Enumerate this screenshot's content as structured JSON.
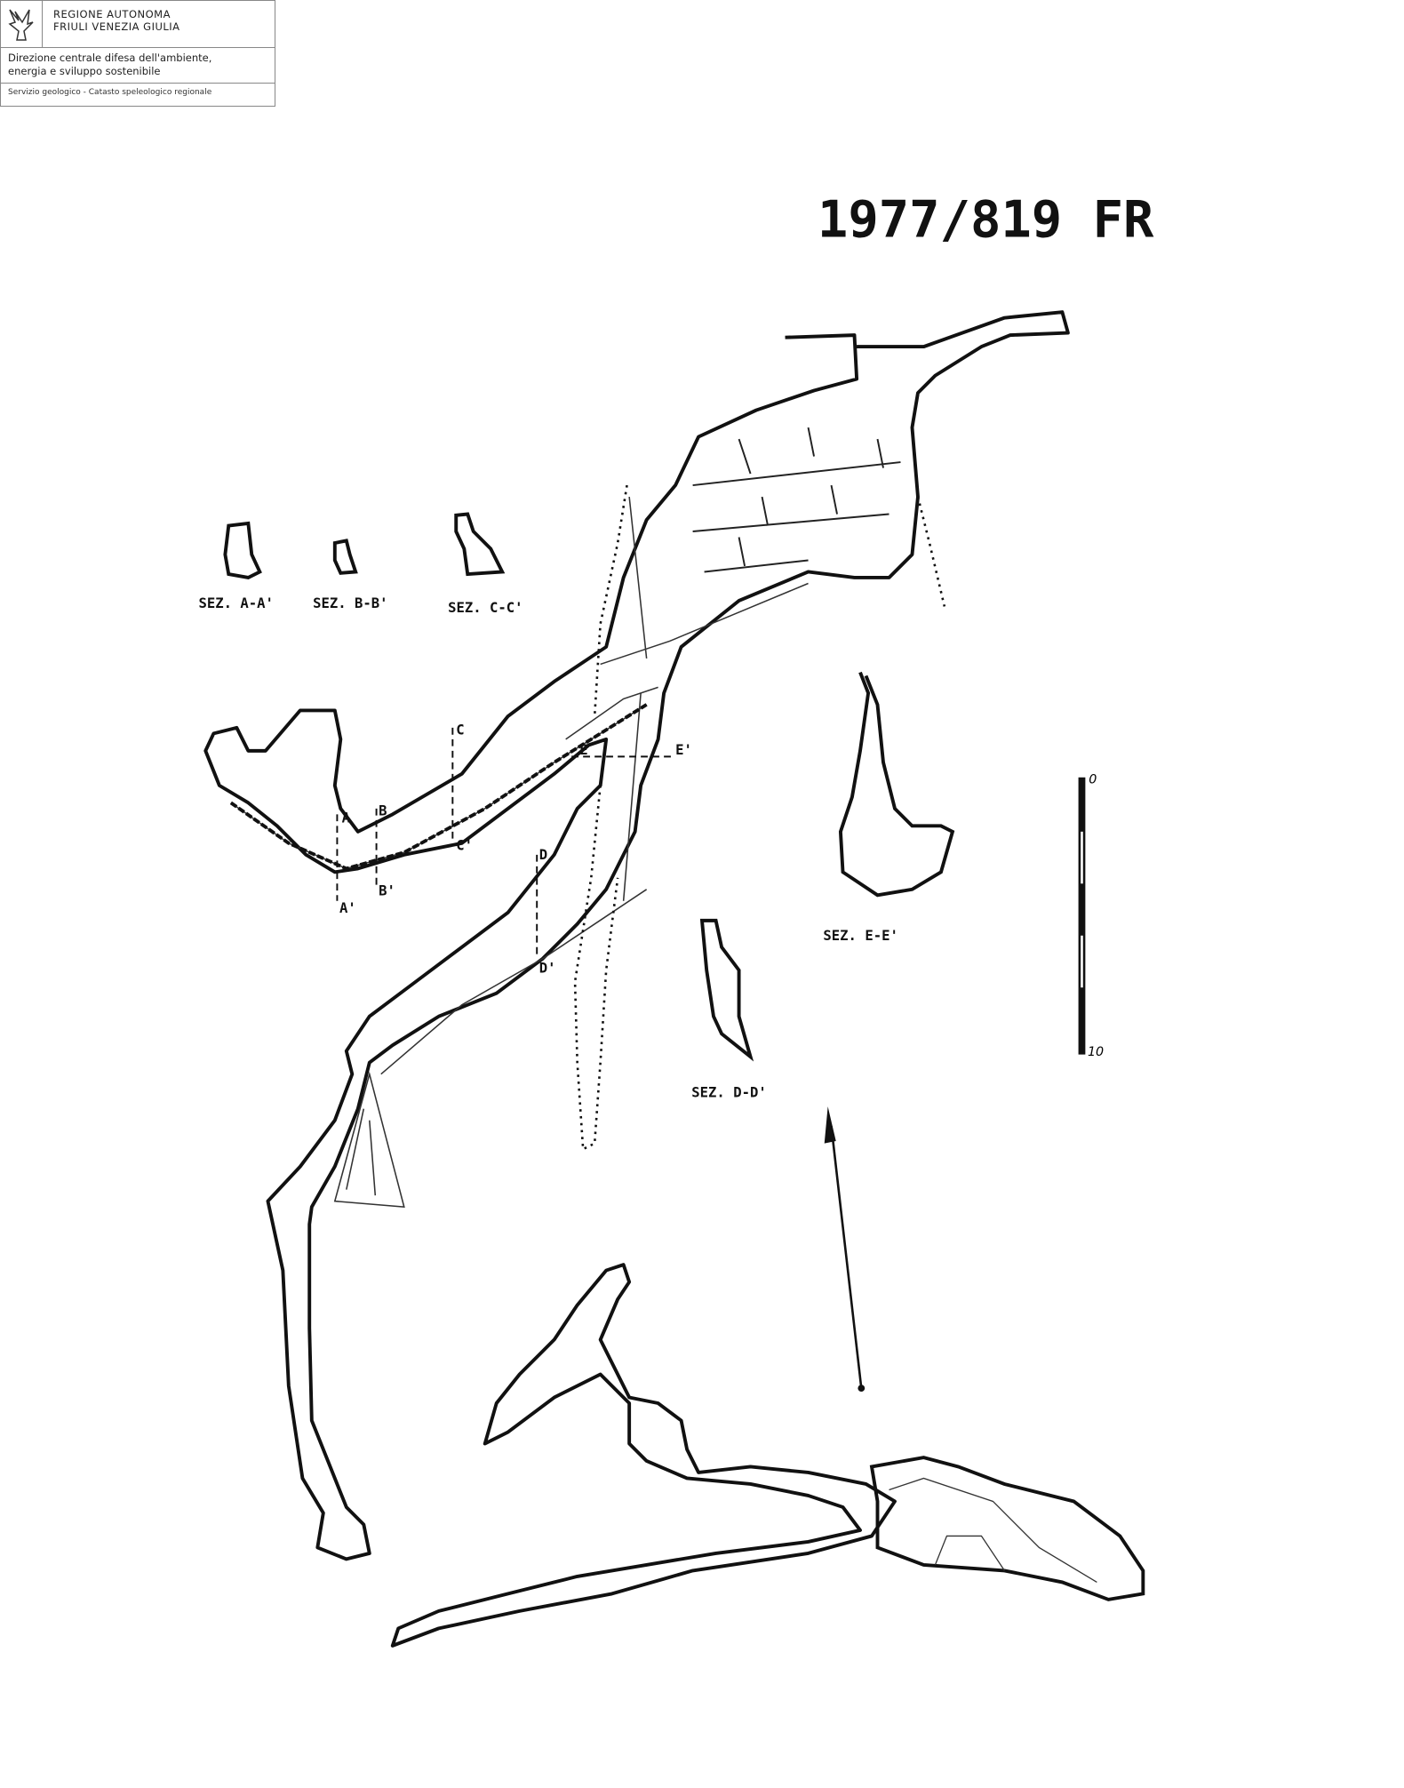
{
  "header": {
    "org_line1": "REGIONE AUTONOMA",
    "org_line2": "FRIULI VENEZIA GIULIA",
    "direzione_line1": "Direzione centrale difesa dell'ambiente,",
    "direzione_line2": "energia e sviluppo sostenibile",
    "servizio": "Servizio geologico - Catasto speleologico regionale",
    "logo_icon": "eagle-icon"
  },
  "title": "1977/819 FR",
  "sections": {
    "a": "SEZ. A-A'",
    "b": "SEZ. B-B'",
    "c": "SEZ. C-C'",
    "d": "SEZ. D-D'",
    "e": "SEZ. E-E'"
  },
  "section_marks": {
    "A": "A",
    "A2": "A'",
    "B": "B",
    "B2": "B'",
    "C": "C",
    "C2": "C'",
    "D": "D",
    "D2": "D'",
    "E": "E",
    "E2": "E'"
  },
  "scale": {
    "start": "0",
    "end": "10"
  },
  "north_arrow_icon": "north-arrow-icon"
}
